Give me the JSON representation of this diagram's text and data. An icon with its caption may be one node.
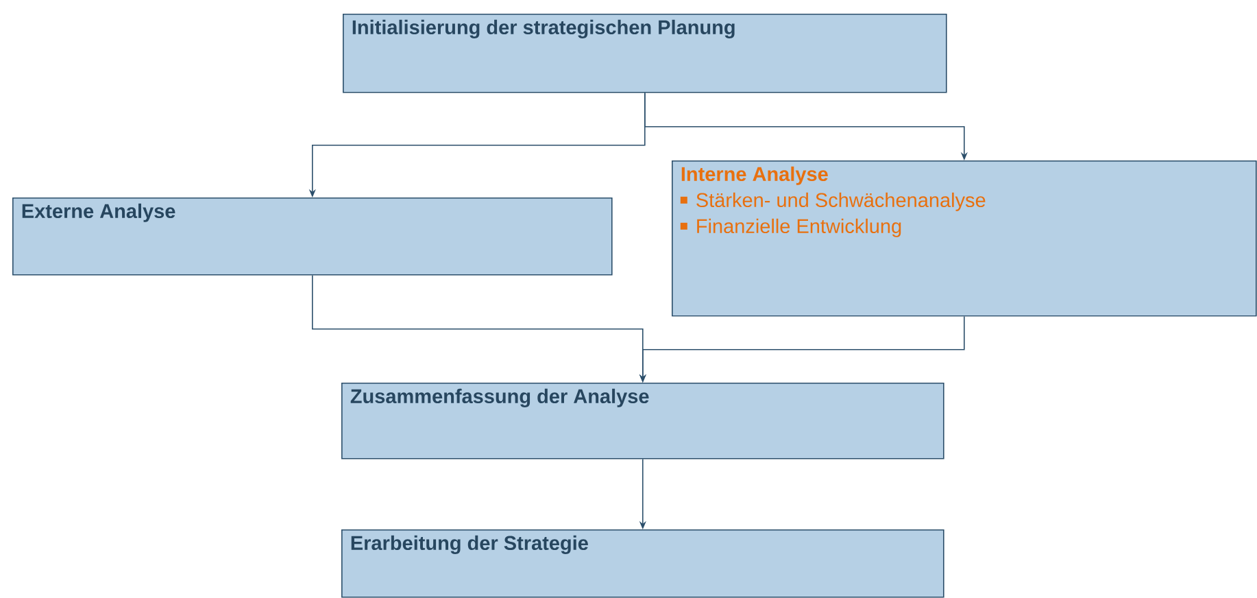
{
  "diagram": {
    "nodes": [
      {
        "text": [
          "Initialisierung der strategischen Planung"
        ]
      },
      {
        "text": [
          "Externe Analyse"
        ]
      },
      {
        "text": [
          "Interne Analyse",
          "Stärken- und Schwächenanalyse",
          "Finanzielle Entwicklung"
        ]
      },
      {
        "text": [
          "Zusammenfassung der Analyse"
        ]
      },
      {
        "text": [
          "Erarbeitung der Strategie"
        ]
      }
    ],
    "edges": [
      {
        "from": 0,
        "to": 1,
        "arrow": "to"
      },
      {
        "from": 0,
        "to": 2,
        "arrow": "to"
      },
      {
        "from": 1,
        "to": 3,
        "arrow": "to"
      },
      {
        "from": 2,
        "to": 3,
        "arrow": "to"
      },
      {
        "from": 3,
        "to": 4,
        "arrow": "to"
      }
    ]
  }
}
